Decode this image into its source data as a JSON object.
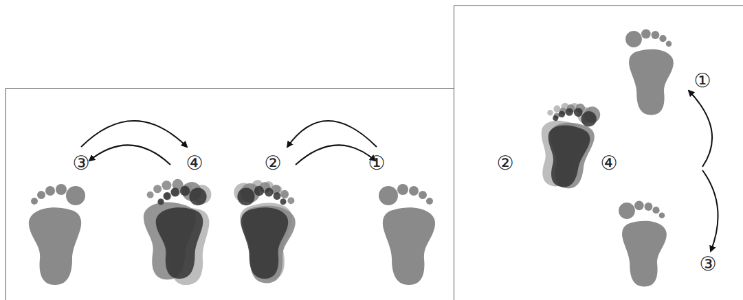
{
  "diagram": {
    "labels": [
      "③",
      "④",
      "②",
      "①",
      "①",
      "②",
      "④",
      "③"
    ]
  }
}
